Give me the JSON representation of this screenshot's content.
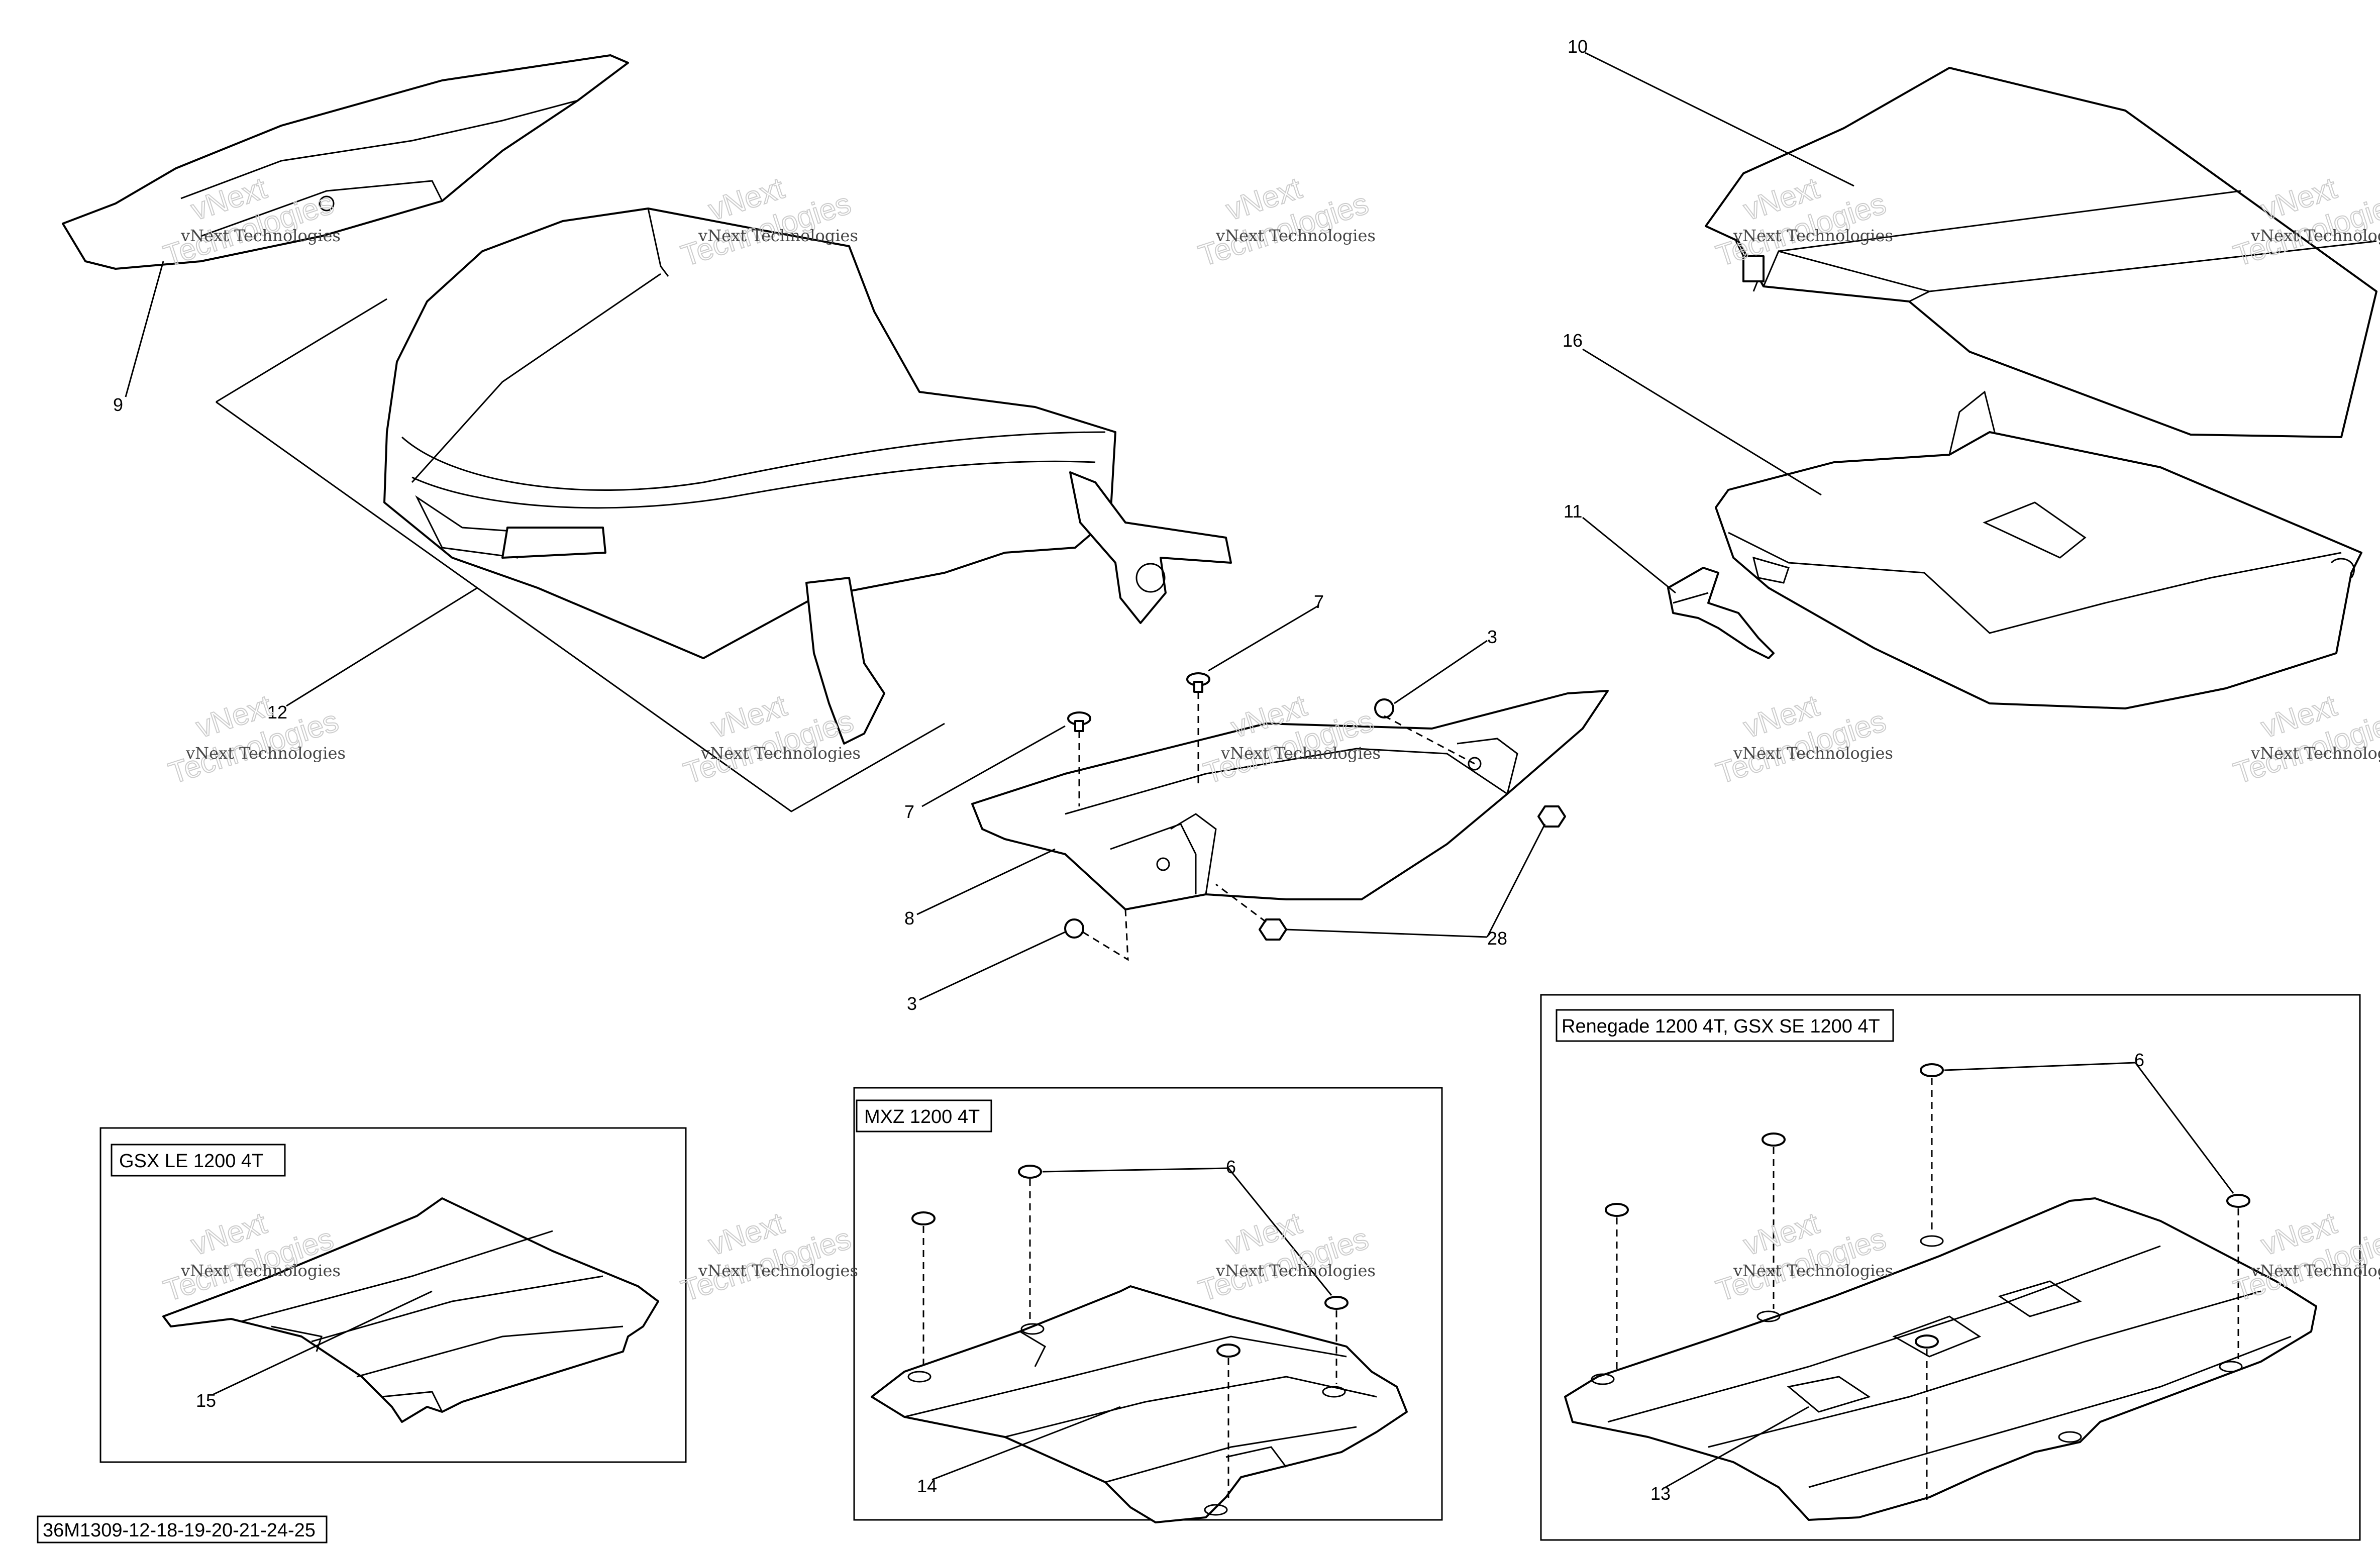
{
  "diagram_id": "36M1309-12-18-19-20-21-24-25",
  "watermark": {
    "line1": "vNext Technologies",
    "line2": "vNext",
    "line3": "Technologies"
  },
  "callouts": {
    "c3a": "3",
    "c3b": "3",
    "c6a": "6",
    "c6b": "6",
    "c7a": "7",
    "c7b": "7",
    "c8": "8",
    "c9": "9",
    "c10": "10",
    "c11": "11",
    "c12": "12",
    "c13": "13",
    "c14": "14",
    "c15": "15",
    "c16": "16",
    "c28": "28"
  },
  "variants": {
    "gsx_le": "GSX LE 1200 4T",
    "mxz": "MXZ 1200 4T",
    "renegade": "Renegade 1200 4T, GSX SE 1200 4T"
  }
}
